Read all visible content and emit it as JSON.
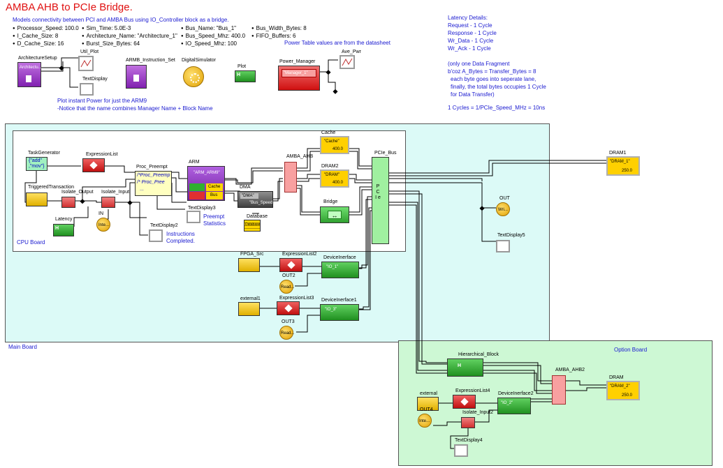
{
  "title": "AMBA AHB to PCIe Bridge.",
  "subtitle": "Models connectivity between PCI and AMBA Bus using IO_Controller block as a bridge.",
  "params": [
    [
      "Processor_Speed: 100.0",
      "I_Cache_Size: 8",
      "D_Cache_Size: 16"
    ],
    [
      "Sim_Time: 5.0E-3",
      "Architecture_Name: \"Architecture_1\"",
      "Burst_Size_Bytes: 64"
    ],
    [
      "Bus_Name: \"Bus_1\"",
      "Bus_Speed_Mhz: 400.0",
      "IO_Speed_Mhz: 100"
    ],
    [
      "Bus_Width_Bytes: 8",
      "FIFO_Buffers: 6"
    ]
  ],
  "notes": {
    "power_table": "Power Table values are from the datasheet",
    "plot_power_1": "Plot instant Power for just the ARM9",
    "plot_power_2": "-Notice that the name combines Manager Name + Block Name",
    "latency": [
      "Latency Details:",
      "Request - 1 Cycle",
      "Response - 1 Cycle",
      "Wr_Data - 1 Cycle",
      "Wr_Ack  - 1 Cycle"
    ],
    "fragment": [
      "(only one Data Fragment",
      "b'coz A_Bytes = Transfer_Bytes = 8",
      "each byte goes into seperate lane,",
      "finally, the total bytes occupies 1 Cycle",
      "for Data Transfer)"
    ],
    "cycles": "1 Cycles = 1/PCIe_Speed_MHz = 10ns",
    "preempt_stats": [
      "Preempt",
      "Statistics"
    ],
    "instructions": [
      "Instructions",
      "Completed."
    ]
  },
  "regions": {
    "main": "Main Board",
    "cpu": "CPU Board",
    "option": "Option Board"
  },
  "blocks": {
    "arch_setup": {
      "label": "ArchitectureSetup",
      "inner": "Architectu..."
    },
    "util_plot": "Util_Plot",
    "textdisplay_top": "TextDisplay",
    "armb_instr": "ARMB_Instruction_Set",
    "digital_sim": "DigitalSimulator",
    "plot": "Plot",
    "power_manager": {
      "label": "Power_Manager",
      "inner": "\"Manager_1\""
    },
    "ave_pwr": "Ave_Pwr",
    "task_gen": {
      "label": "TaskGenerator",
      "inner1": "{\"add\"",
      "inner2": ",\"mov\"}"
    },
    "expr_list": "ExpressionList",
    "proc_preempt": {
      "label": "Proc_Preempt",
      "inner1": "/*Proc_Preemp",
      "inner2": "/* Proc_Pree",
      "inner3": "..."
    },
    "arm": {
      "label": "ARM",
      "inner": "\"ARM_ARM9\"",
      "cache": "Cache",
      "bus": "Bus"
    },
    "triggered": "TriggeredTransaction",
    "isolate_output": "Isolate_Output",
    "isolate_input": "Isolate_Input",
    "in_label": "IN",
    "inte": "Inte...",
    "latency": "Latency",
    "textdisplay2": "TextDisplay2",
    "textdisplay3": "TextDisplay3",
    "dma": {
      "label": "DMA",
      "inner": "\"DMA\"",
      "bus": "\"Bus_Speed"
    },
    "database": {
      "label": "Database",
      "inner": "Database"
    },
    "amba_ahb": "AMBA_AHB",
    "cache": {
      "label": "Cache",
      "inner": "\"Cache\"",
      "value": "400.0"
    },
    "dram2": {
      "label": "DRAM2",
      "inner": "\"DRAM\"",
      "value": "400.0"
    },
    "bridge": "Bridge",
    "pcie_bus": {
      "label": "PCIe_Bus",
      "inner": "P C I e"
    },
    "dram1": {
      "label": "DRAM1",
      "inner": "\"DRAM_1\"",
      "value": "250.0"
    },
    "out": {
      "label": "OUT",
      "inner": "Wri..."
    },
    "textdisplay5": "TextDisplay5",
    "fpga_src": "FPGA_Src",
    "expr_list2": "ExpressionList2",
    "device_if": {
      "label": "DeviceInerface",
      "inner": "\"IO_1\""
    },
    "out2": {
      "label": "OUT2",
      "inner": "Read..."
    },
    "external1": "external1",
    "expr_list3": "ExpressionList3",
    "device_if1": {
      "label": "DeviceInerface1",
      "inner": "\"IO_3\""
    },
    "out3": {
      "label": "OUT3",
      "inner": "Read..."
    },
    "hier_block": "Hierarchical_Block",
    "amba_ahb2": "AMBA_AHB2",
    "dram": {
      "label": "DRAM",
      "inner": "\"DRAM_2\"",
      "value": "250.0"
    },
    "external": "external",
    "expr_list4": "ExpressionList4",
    "device_if2": {
      "label": "DeviceInerface2",
      "inner": "\"IO_2\""
    },
    "out4": {
      "label": "OUT4",
      "inner": "Inte..."
    },
    "isolate_input2": "Isolate_Input2",
    "textdisplay4": "TextDisplay4"
  },
  "colors": {
    "main_board": "#dcfaf7",
    "option_board": "#cdf8d4",
    "title": "#e01010",
    "note_blue": "#1a1ad0"
  }
}
